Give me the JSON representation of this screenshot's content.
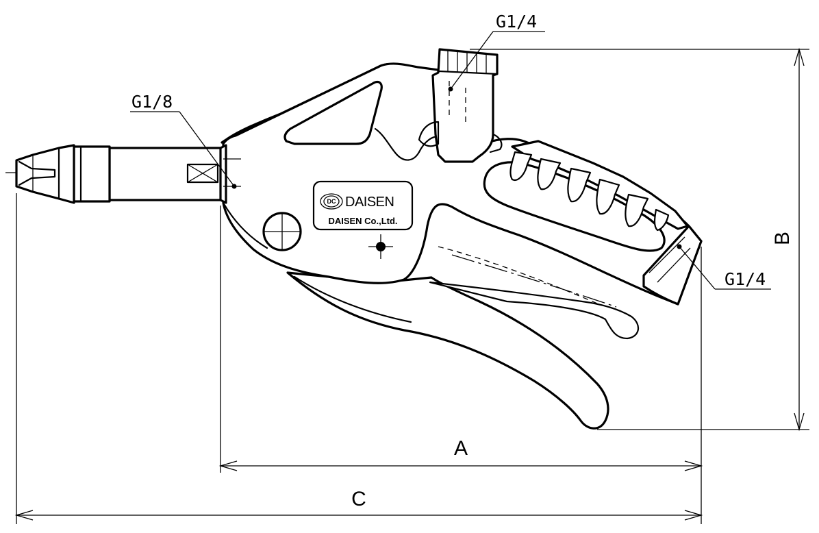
{
  "labels": {
    "port_nozzle": "G1/8",
    "port_top": "G1/4",
    "port_bottom": "G1/4"
  },
  "dimensions": {
    "a": "A",
    "b": "B",
    "c": "C"
  },
  "logo": {
    "mark": "DC",
    "brand": "DAISEN",
    "company": "DAISEN Co.,Ltd."
  }
}
